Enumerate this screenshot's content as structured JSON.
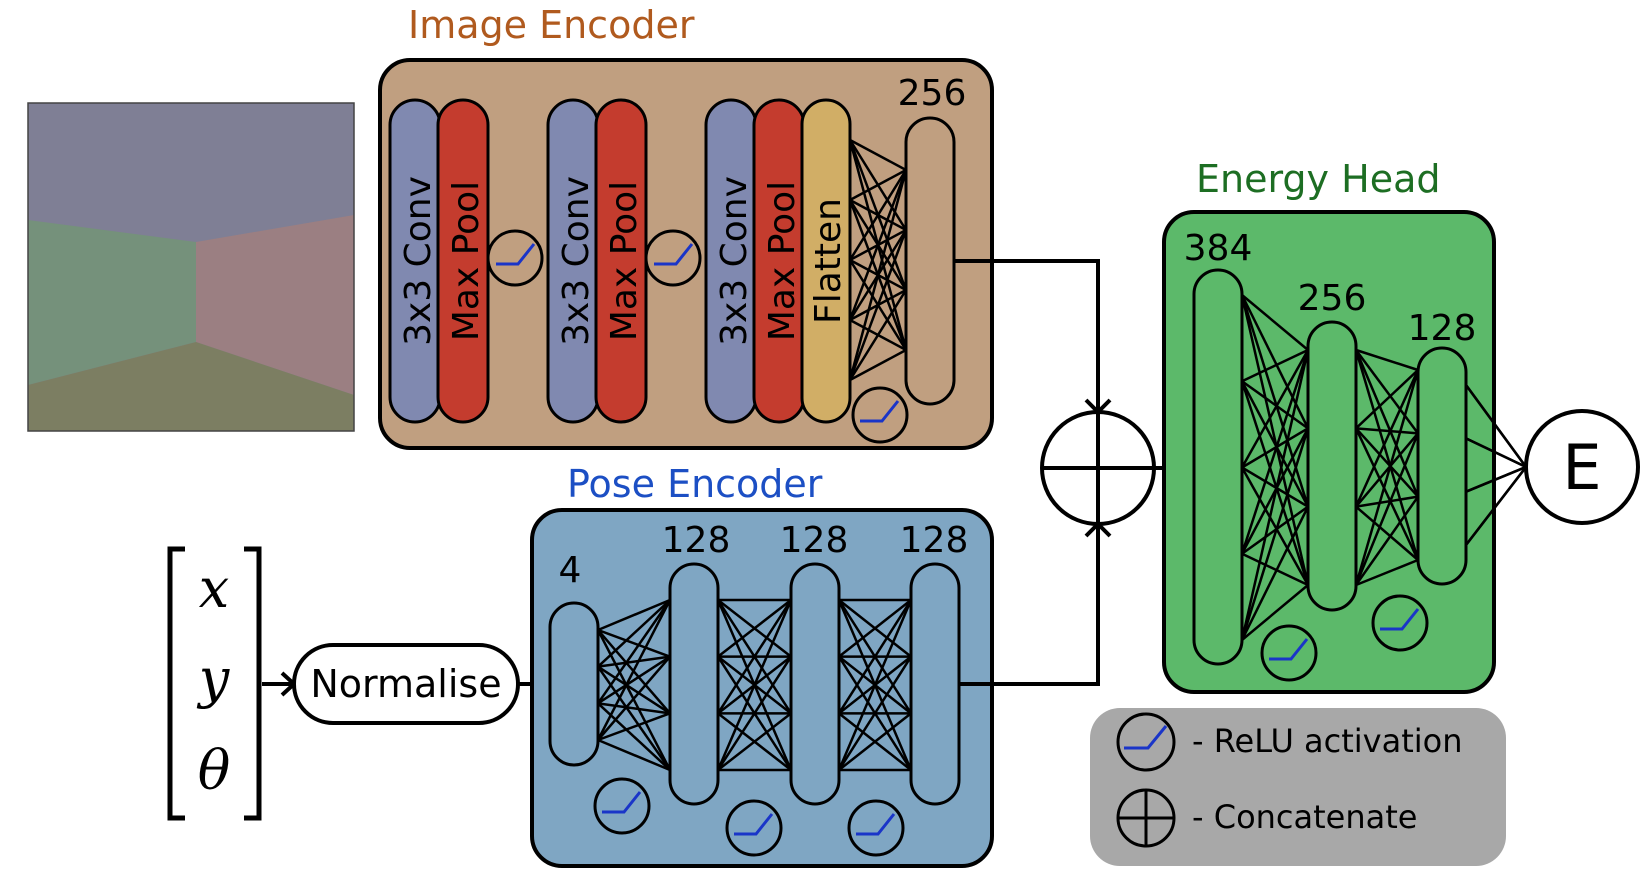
{
  "image_encoder": {
    "title": "Image Encoder",
    "layers": {
      "conv": "3x3 Conv",
      "pool": "Max Pool",
      "flatten": "Flatten"
    },
    "dense_size": "256"
  },
  "pose_encoder": {
    "title": "Pose Encoder",
    "input_size": "4",
    "layer_sizes": [
      "128",
      "128",
      "128"
    ]
  },
  "pose_input": {
    "symbols": [
      "x",
      "y",
      "θ"
    ],
    "normalise_label": "Normalise"
  },
  "energy_head": {
    "title": "Energy Head",
    "layer_sizes": [
      "384",
      "256",
      "128"
    ],
    "output_label": "E"
  },
  "legend": {
    "relu_label": "- ReLU activation",
    "concat_label": "- Concatenate"
  },
  "colors": {
    "image_encoder_title": "#b05a1e",
    "image_encoder_bg": "#c09f80",
    "pose_encoder_title": "#1c4fc4",
    "pose_encoder_bg": "#7fa6c3",
    "energy_head_title": "#1d6e23",
    "energy_head_bg": "#5cb96a",
    "conv": "#8089b0",
    "pool": "#c43c2e",
    "flatten": "#d1ae66",
    "relu_line": "#1a35c8",
    "legend_bg": "#a8a8a8"
  }
}
